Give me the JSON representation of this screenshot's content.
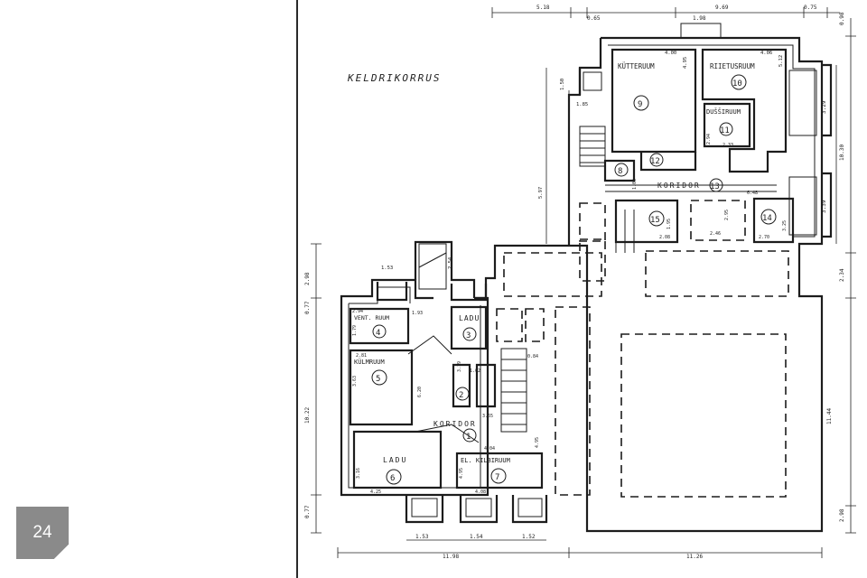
{
  "page": {
    "number": "24"
  },
  "plan": {
    "title": "KELDRIKORRUS",
    "rooms": [
      {
        "num": "1",
        "label": "KORIDOR"
      },
      {
        "num": "2",
        "label": ""
      },
      {
        "num": "3",
        "label": "LADU"
      },
      {
        "num": "4",
        "label": "VENT. RUUM"
      },
      {
        "num": "5",
        "label": "KÜLMRUUM"
      },
      {
        "num": "6",
        "label": "LADU"
      },
      {
        "num": "7",
        "label": "EL. KILBIRUUM"
      },
      {
        "num": "8",
        "label": ""
      },
      {
        "num": "9",
        "label": "KÜTTERUUM"
      },
      {
        "num": "10",
        "label": "RIIETUSRUUM"
      },
      {
        "num": "11",
        "label": "DUŠŠIRUUM"
      },
      {
        "num": "12",
        "label": ""
      },
      {
        "num": "13",
        "label": "KORIDOR"
      },
      {
        "num": "14",
        "label": ""
      },
      {
        "num": "15",
        "label": ""
      }
    ],
    "dims": {
      "top": [
        "5.18",
        "0.65",
        "1.98",
        "9.69",
        "0.75"
      ],
      "bottom": [
        "1.53",
        "1.54",
        "1.52",
        "11.98",
        "11.26"
      ],
      "left": [
        "2.98",
        "0.77",
        "10.22",
        "0.77"
      ],
      "right": [
        "0.98",
        "10.30",
        "3.29",
        "3.39",
        "2.34",
        "11.44",
        "2.98"
      ],
      "inner": [
        "4.00",
        "4.95",
        "4.06",
        "5.12",
        "1.50",
        "1.85",
        "5.97",
        "2.54",
        "1.53",
        "2.94",
        "1.79",
        "2.81",
        "3.63",
        "1.93",
        "6.20",
        "3.19",
        "1.62",
        "0.84",
        "3.65",
        "4.04",
        "4.95",
        "3.16",
        "4.25",
        "4.95",
        "4.08",
        "2.33",
        "2.94",
        "1.06",
        "6.48",
        "1.95",
        "2.08",
        "2.46",
        "2.95",
        "2.70",
        "3.25"
      ]
    }
  }
}
